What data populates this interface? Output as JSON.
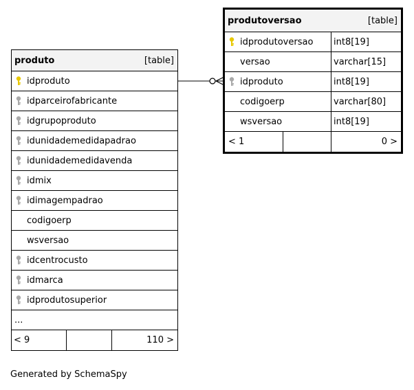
{
  "tables": {
    "produto": {
      "name": "produto",
      "kind": "[table]",
      "columns": [
        {
          "name": "idproduto",
          "key": "primary"
        },
        {
          "name": "idparceirofabricante",
          "key": "foreign"
        },
        {
          "name": "idgrupoproduto",
          "key": "foreign"
        },
        {
          "name": "idunidademedidapadrao",
          "key": "foreign"
        },
        {
          "name": "idunidademedidavenda",
          "key": "foreign"
        },
        {
          "name": "idmix",
          "key": "foreign"
        },
        {
          "name": "idimagempadrao",
          "key": "foreign"
        },
        {
          "name": "codigoerp",
          "key": "none"
        },
        {
          "name": "wsversao",
          "key": "none"
        },
        {
          "name": "idcentrocusto",
          "key": "foreign"
        },
        {
          "name": "idmarca",
          "key": "foreign"
        },
        {
          "name": "idprodutosuperior",
          "key": "foreign"
        }
      ],
      "more": "...",
      "footer": {
        "left": "< 9",
        "right": "110 >"
      }
    },
    "produtoversao": {
      "name": "produtoversao",
      "kind": "[table]",
      "columns": [
        {
          "name": "idprodutoversao",
          "type": "int8[19]",
          "key": "primary"
        },
        {
          "name": "versao",
          "type": "varchar[15]",
          "key": "none"
        },
        {
          "name": "idproduto",
          "type": "int8[19]",
          "key": "foreign"
        },
        {
          "name": "codigoerp",
          "type": "varchar[80]",
          "key": "none"
        },
        {
          "name": "wsversao",
          "type": "int8[19]",
          "key": "none"
        }
      ],
      "footer": {
        "left": "< 1",
        "right": "0 >"
      }
    }
  },
  "generated_by": "Generated by SchemaSpy",
  "colors": {
    "primary_key": "#e8c800",
    "foreign_key": "#a9a9a9",
    "header_bg": "#f3f3f3"
  }
}
